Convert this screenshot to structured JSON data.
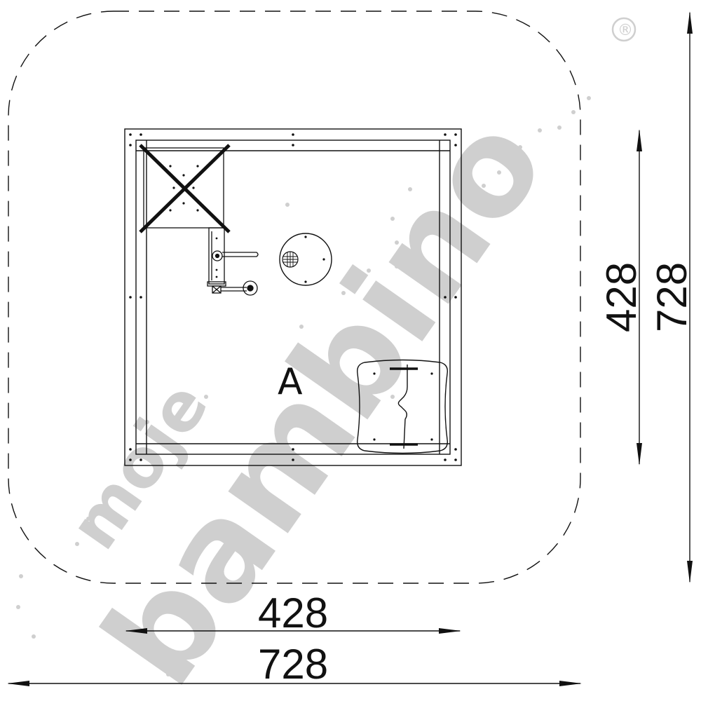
{
  "dimensions": {
    "width_inner": "428",
    "width_outer": "728",
    "height_inner": "428",
    "height_outer": "728"
  },
  "zone_label": "A",
  "watermark": {
    "line1": "moje",
    "line2": "bambino",
    "registered": "®",
    "color": "#cfcfcf"
  },
  "colors": {
    "line": "#111111",
    "watermark": "#cfcfcf"
  }
}
